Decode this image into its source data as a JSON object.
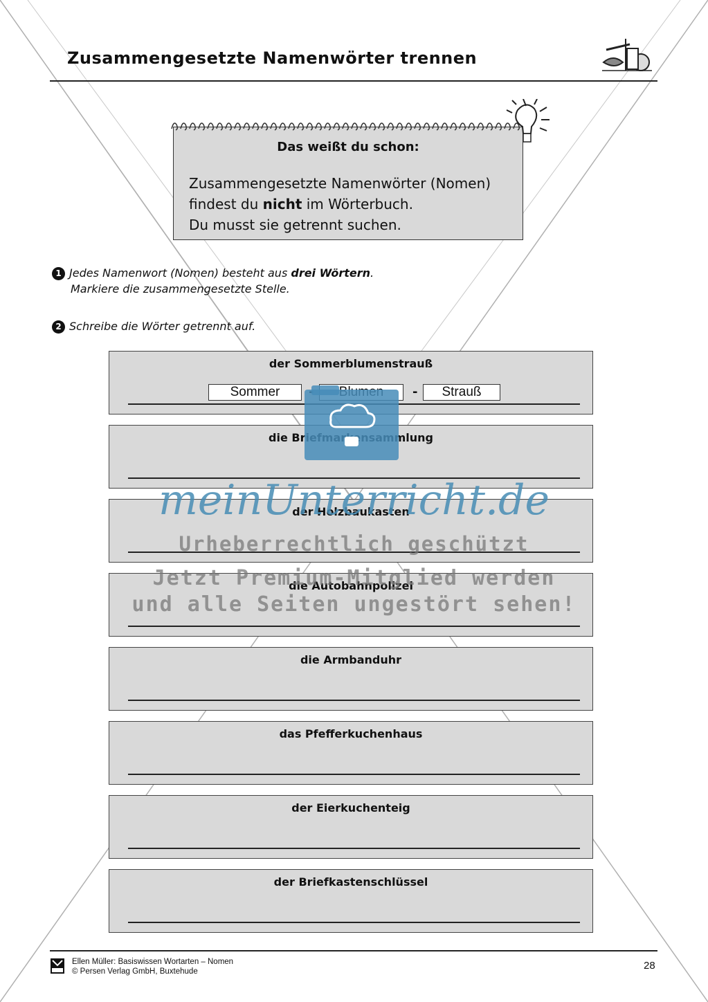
{
  "header": {
    "title": "Zusammengesetzte Namenwörter trennen"
  },
  "info": {
    "heading": "Das weißt du schon:",
    "line1": "Zusammengesetzte Namenwörter (Nomen)",
    "line2_a": "findest du ",
    "line2_b": "nicht",
    "line2_c": " im Wörterbuch.",
    "line3": "Du musst sie getrennt suchen."
  },
  "tasks": {
    "t1_num": "1",
    "t1_a": "Jedes Namenwort (Nomen) besteht aus ",
    "t1_b": "drei Wörtern",
    "t1_c": ".",
    "t1_line2": "Markiere die zusammengesetzte Stelle.",
    "t2_num": "2",
    "t2": "Schreibe die Wörter getrennt auf."
  },
  "exercises": [
    {
      "word": "der Sommerblumenstrauß"
    },
    {
      "word": "die Briefmarkensammlung"
    },
    {
      "word": "der Holzbaukasten"
    },
    {
      "word": "die Autobahnpolizei"
    },
    {
      "word": "die Armbanduhr"
    },
    {
      "word": "das Pfefferkuchenhaus"
    },
    {
      "word": "der Eierkuchenteig"
    },
    {
      "word": "der Briefkastenschlüssel"
    }
  ],
  "example": {
    "parts": [
      "Sommer",
      "Blumen",
      "Strauß"
    ],
    "separator": "-"
  },
  "watermark": {
    "brand": "meinUnterricht.de",
    "line1": "Urheberrechtlich geschützt",
    "line2": "Jetzt Premium-Mitglied werden",
    "line3": "und alle Seiten ungestört sehen!"
  },
  "footer": {
    "logo": "Persen",
    "line1": "Ellen Müller: Basiswissen Wortarten – Nomen",
    "line2": "© Persen Verlag GmbH, Buxtehude",
    "page": "28"
  },
  "colors": {
    "box_fill": "#d9d9d9",
    "watermark_blue": "#4a8db5",
    "watermark_gray": "#787878"
  }
}
